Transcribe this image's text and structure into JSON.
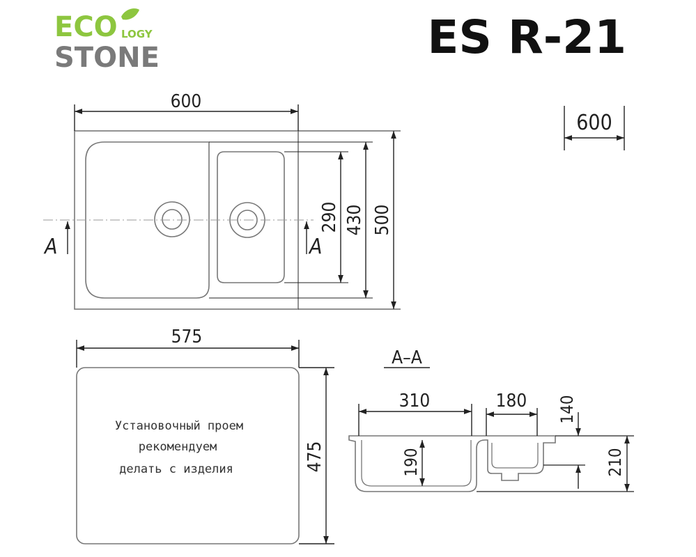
{
  "logo": {
    "eco": "ECO",
    "logy": "LOGY",
    "stone": "STONE",
    "colors": {
      "green": "#8dc63f",
      "grey": "#7a7a7a"
    }
  },
  "model": "ES R-21",
  "cabinet_width": "600",
  "top_view": {
    "width": "600",
    "small_bowl_height": "290",
    "large_bowl_height": "430",
    "total_height": "500",
    "section_mark": "A"
  },
  "cutout_view": {
    "width": "575",
    "height": "475",
    "note": [
      "Установочный проем",
      "рекомендуем",
      "делать с изделия"
    ]
  },
  "section": {
    "label": "A–A",
    "large_bowl_width": "310",
    "small_bowl_width": "180",
    "small_bowl_depth": "140",
    "large_bowl_depth": "190",
    "total_depth": "210"
  }
}
